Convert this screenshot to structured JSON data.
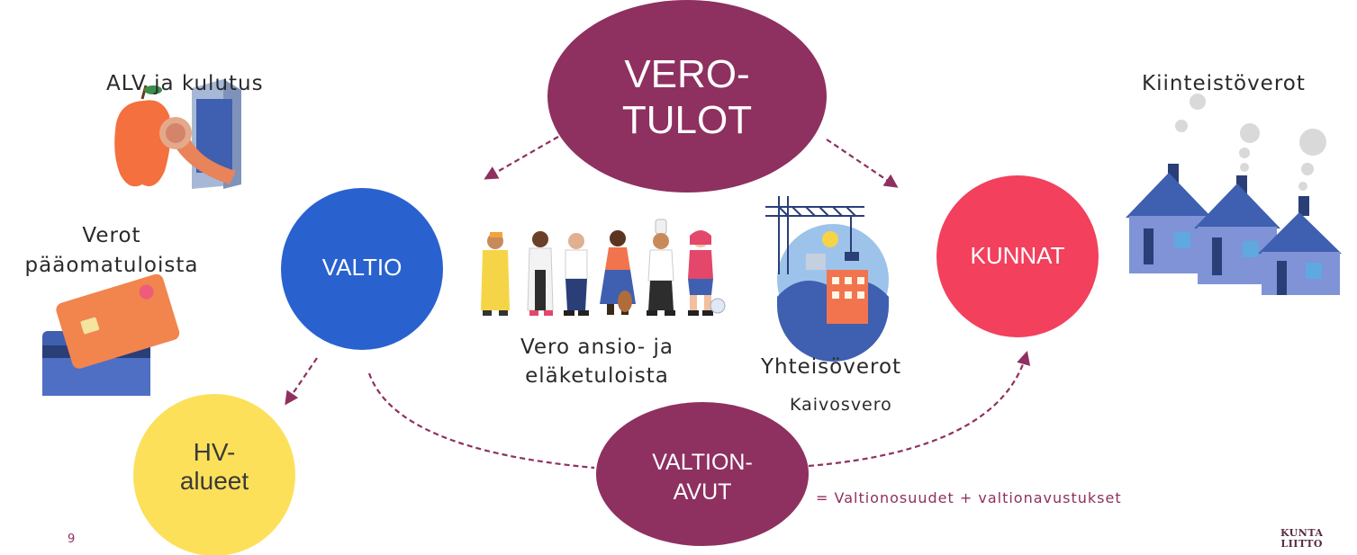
{
  "nodes": {
    "verotulot": {
      "line1": "VERO-",
      "line2": "TULOT",
      "color": "#8e3060"
    },
    "valtio": {
      "label": "VALTIO",
      "color": "#2962cf"
    },
    "kunnat": {
      "label": "KUNNAT",
      "color": "#f2405d"
    },
    "hv_alueet": {
      "line1": "HV-",
      "line2": "alueet",
      "color": "#fde05a"
    },
    "valtionavut": {
      "line1": "VALTION-",
      "line2": "AVUT",
      "color": "#8e3060"
    }
  },
  "labels": {
    "alv": "ALV ja kulutus",
    "kiinteistoverot": "Kiinteistöverot",
    "verot_paaoma_1": "Verot",
    "verot_paaoma_2": "pääomatuloista",
    "vero_ansio_1": "Vero ansio- ja",
    "vero_ansio_2": "eläketuloista",
    "yhteisoverot": "Yhteisöverot",
    "kaivosvero": "Kaivosvero",
    "valtionosuudet": "= Valtionosuudet + valtionavustukset",
    "page_number": "9",
    "logo_line1": "KUNTA",
    "logo_line2": "LIITTO"
  },
  "icons": [
    "groceries-icon",
    "credit-cards-icon",
    "workers-icon",
    "city-construction-icon",
    "houses-icon"
  ],
  "colors": {
    "arrow": "#8e3060",
    "accent_label": "#8e3060"
  }
}
